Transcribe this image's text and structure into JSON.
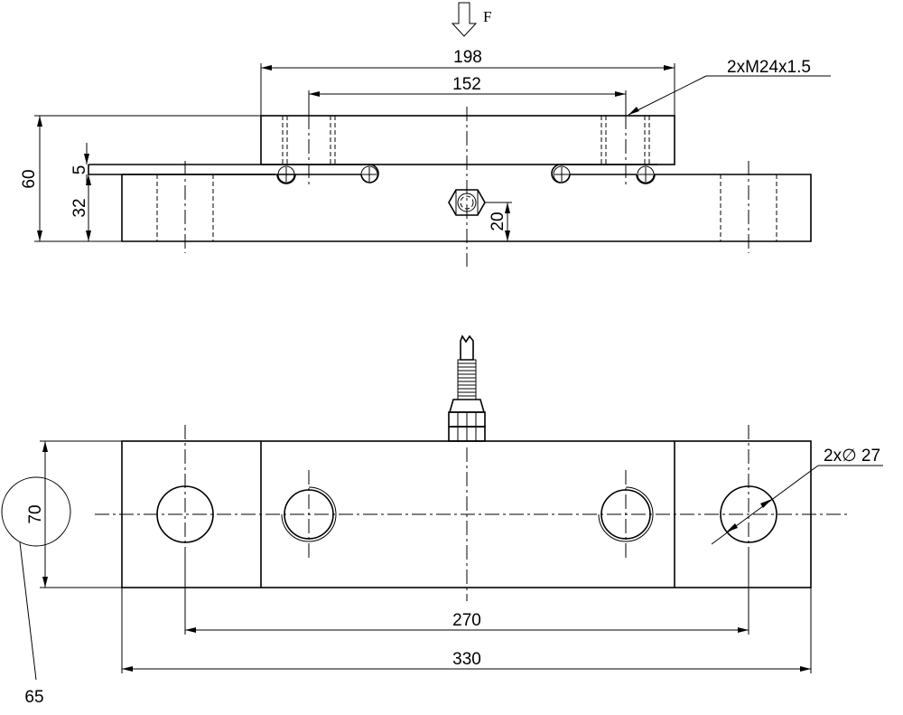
{
  "force_label": "F",
  "dimensions": {
    "overall_top_width": "198",
    "thread_spacing": "152",
    "thread_note": "2xM24x1.5",
    "total_height": "60",
    "gap": "5",
    "base_height": "32",
    "sensor_height": "20",
    "width_70": "70",
    "hole_spacing": "270",
    "overall_length": "330",
    "hole_note": "2x∅ 27",
    "detail_label": "65"
  },
  "colors": {
    "line": "#000000",
    "background": "#ffffff"
  }
}
